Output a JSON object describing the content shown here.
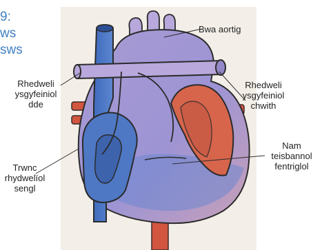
{
  "title_lines": [
    "9:",
    "ws",
    "sws"
  ],
  "labels": {
    "bwa_aortig": "Bwa aortig",
    "rhedweli_dde": [
      "Rhedweli",
      "ysgyfeiniol",
      "dde"
    ],
    "rhedweli_chwith": [
      "Rhedweli",
      "ysgyfeiniol",
      "chwith"
    ],
    "trwnc": [
      "Trwnc",
      "rhydwelïol",
      "sengl"
    ],
    "nam": [
      "Nam",
      "teisbannol",
      "fentriglol"
    ]
  },
  "colors": {
    "title": "#3f7fc0",
    "paper": "#f3efe8",
    "vein_blue": "#4f78c4",
    "artery_red": "#d2553f",
    "heart_purple": "#b5a5d6"
  }
}
